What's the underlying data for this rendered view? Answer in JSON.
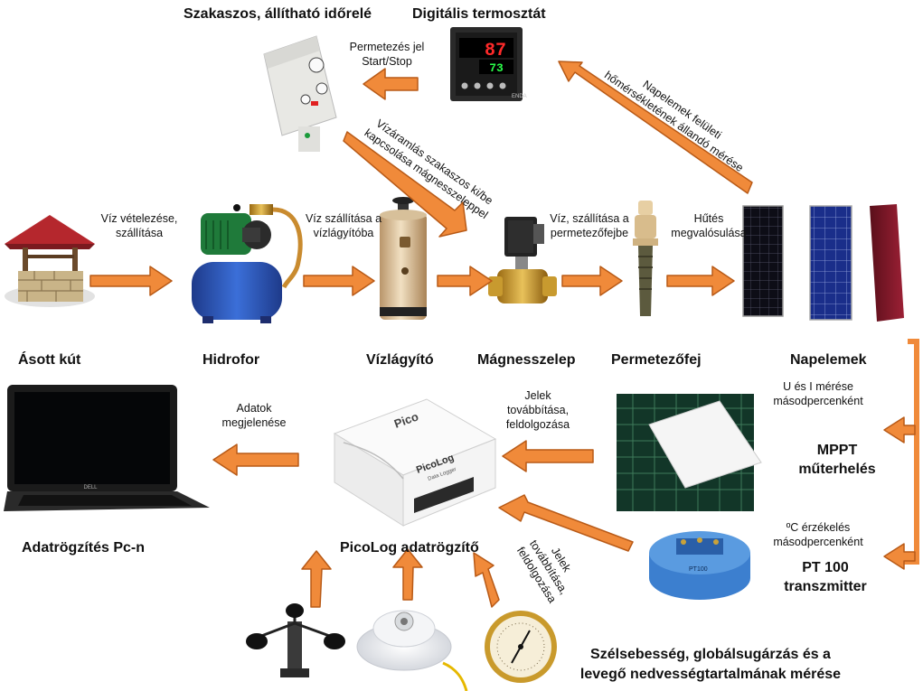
{
  "colors": {
    "arrow": "#f08a3a",
    "arrow_dark": "#b85a17",
    "arrow_light": "#ffc89a"
  },
  "components": {
    "asott_kut": "Ásott kút",
    "hidrofor": "Hidrofor",
    "vizlagyito": "Vízlágyító",
    "magnesszelep": "Mágnesszelep",
    "permetezofej": "Permetezőfej",
    "napelemek": "Napelemek",
    "idorele": "Szakaszos, állítható időrelé",
    "termosztat": "Digitális termosztát",
    "adatrogzites": "Adatrögzítés Pc-n",
    "picolog": "PicoLog adatrögzítő",
    "mppt": "MPPT\nműterhelés",
    "pt100": "PT 100\ntranszmitter",
    "meresek": "Szélsebesség, globálsugárzás és a\nlevegő nedvességtartalmának mérése"
  },
  "device_text": {
    "thermostat_top": "87",
    "thermostat_bottom": "73",
    "thermostat_brand": "ENDA",
    "pico_brand": "Pico",
    "pico_model": "PicoLog",
    "pico_sub": "Data Logger",
    "laptop_brand": "DELL",
    "transmitter_label": "PT100"
  },
  "flow_labels": {
    "viz_vetelezes": "Víz vételezése,\nszállítása",
    "viz_szallitasa_lagyitoba": "Víz szállítása a\nvízlágyítóba",
    "viz_szallitasa_fejbe": "Víz, szállítása a\npermetezőfejbe",
    "hutes": "Hűtés\nmegvalósulása",
    "permetezes_jel": "Permetezés jel\nStart/Stop",
    "vizaramlas": "Vízáramlás szakaszos ki/be\nkapcsolása mágnesszeleppel",
    "napelemek_homerseklet": "Napelemek felületi\nhőmérsékletének állandó mérése",
    "u_es_i": "U és I mérése\nmásodpercenként",
    "c_erzekeles": "ºC érzékelés\nmásodpercenként",
    "jelek_1": "Jelek\ntovábbítása,\nfeldolgozása",
    "jelek_2": "Jelek\ntovábbítása,\nfeldolgozása",
    "adatok": "Adatok\nmegjelenése"
  }
}
